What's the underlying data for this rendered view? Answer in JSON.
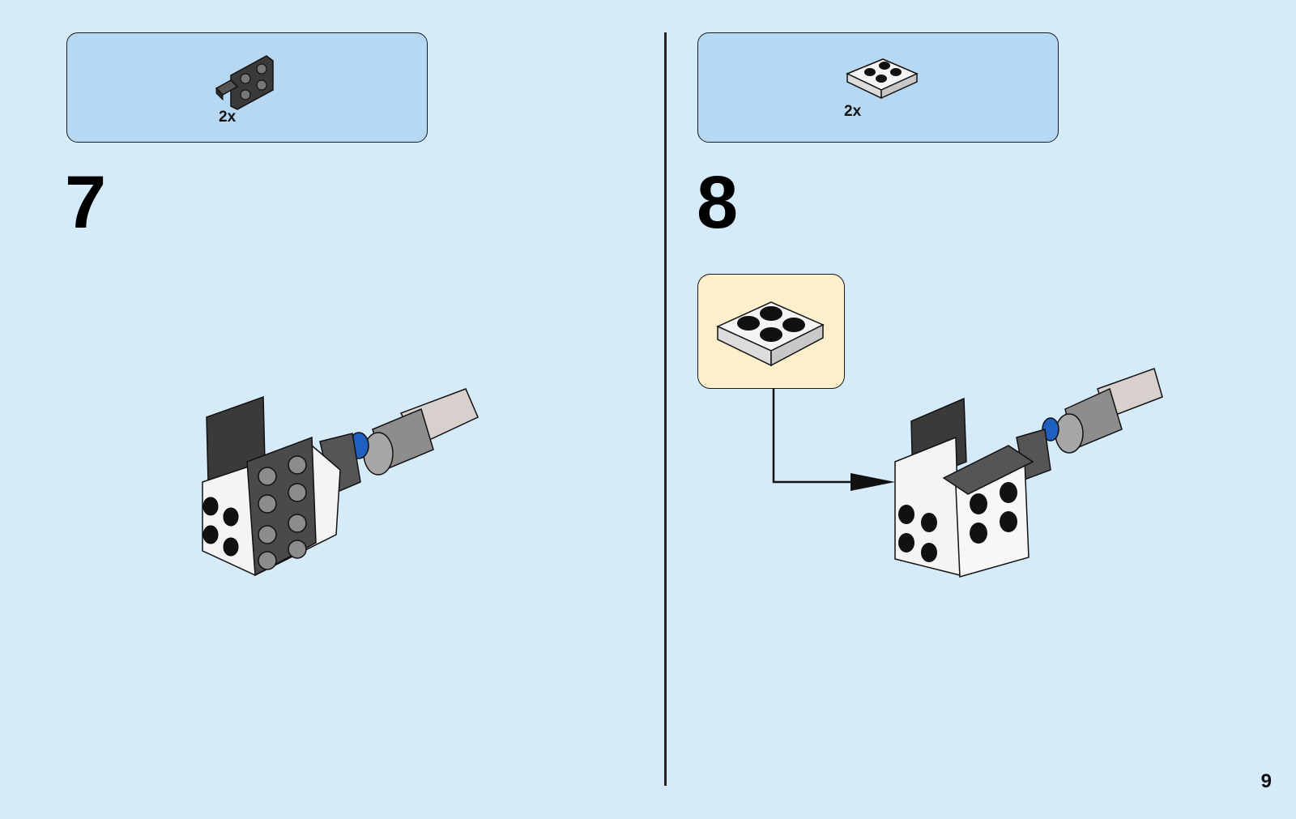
{
  "steps": [
    {
      "number": "7",
      "parts": [
        {
          "quantity": "2x",
          "part_icon": "dark-gray-bracket-plate-icon"
        }
      ]
    },
    {
      "number": "8",
      "parts": [
        {
          "quantity": "2x",
          "part_icon": "white-plate-2x2-icon"
        }
      ]
    }
  ],
  "page_number": "9",
  "colors": {
    "page_background": "#d6ebfa",
    "parts_box_background": "#b6d8f2",
    "callout_background": "#feefcc",
    "dark_gray_brick": "#4a4a4a",
    "white_brick": "#f4f4f4",
    "blue_accent": "#1f5fbf"
  }
}
